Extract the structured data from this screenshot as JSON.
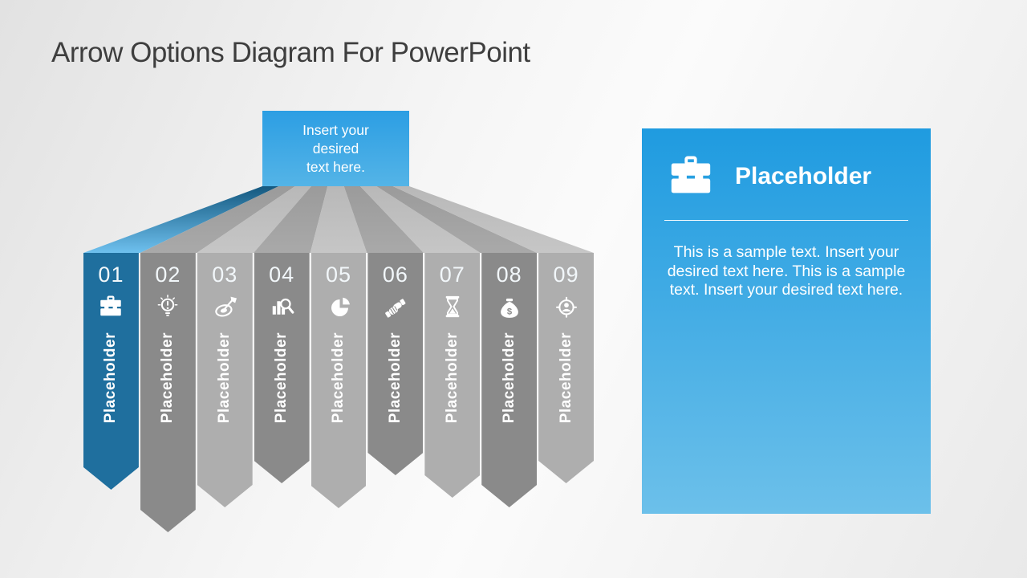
{
  "slide_title": "Arrow Options Diagram For PowerPoint",
  "top_box": {
    "lines": [
      "Insert your",
      "desired",
      "text here."
    ]
  },
  "columns": [
    {
      "number": "01",
      "label": "Placeholder",
      "icon": "briefcase"
    },
    {
      "number": "02",
      "label": "Placeholder",
      "icon": "lightbulb-alert"
    },
    {
      "number": "03",
      "label": "Placeholder",
      "icon": "dart-target"
    },
    {
      "number": "04",
      "label": "Placeholder",
      "icon": "bar-chart-magnifier"
    },
    {
      "number": "05",
      "label": "Placeholder",
      "icon": "pie-chart"
    },
    {
      "number": "06",
      "label": "Placeholder",
      "icon": "handshake"
    },
    {
      "number": "07",
      "label": "Placeholder",
      "icon": "hourglass"
    },
    {
      "number": "08",
      "label": "Placeholder",
      "icon": "money-bag"
    },
    {
      "number": "09",
      "label": "Placeholder",
      "icon": "person-target"
    }
  ],
  "side_panel": {
    "icon": "briefcase",
    "title": "Placeholder",
    "body": "This is a sample text. Insert your desired text here. This is a sample text. Insert your desired text here."
  },
  "colors": {
    "accent_blue_column": "#1f6f9e",
    "column_dark_gray": "#8a8a8a",
    "column_light_gray": "#aeaeae",
    "top_box_blue_top": "#2c9ee3",
    "top_box_blue_bottom": "#54b4e7",
    "panel_blue_top": "#1f9be0",
    "panel_blue_bottom": "#6cc0ea",
    "title_text": "#3e3e3e"
  }
}
